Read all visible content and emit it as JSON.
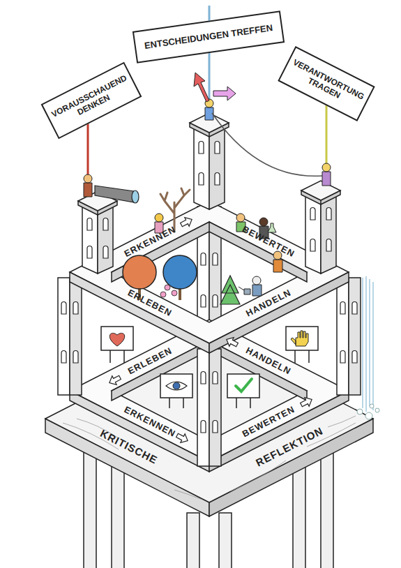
{
  "diagram": {
    "nodes": [
      {
        "text": [
          "VORAUSSCHAUEND DENKEN"
        ]
      },
      {
        "text": [
          "ENTSCHEIDUNGEN TREFFEN"
        ]
      },
      {
        "text": [
          "VERANTWORTUNG TRAGEN"
        ]
      }
    ],
    "labels": [
      "ERKENNEN",
      "BEWERTEN",
      "HANDELN",
      "ERLEBEN",
      "ERLEBEN",
      "HANDELN",
      "ERKENNEN",
      "BEWERTEN",
      "KRITISCHE",
      "REFLEKTION"
    ]
  }
}
